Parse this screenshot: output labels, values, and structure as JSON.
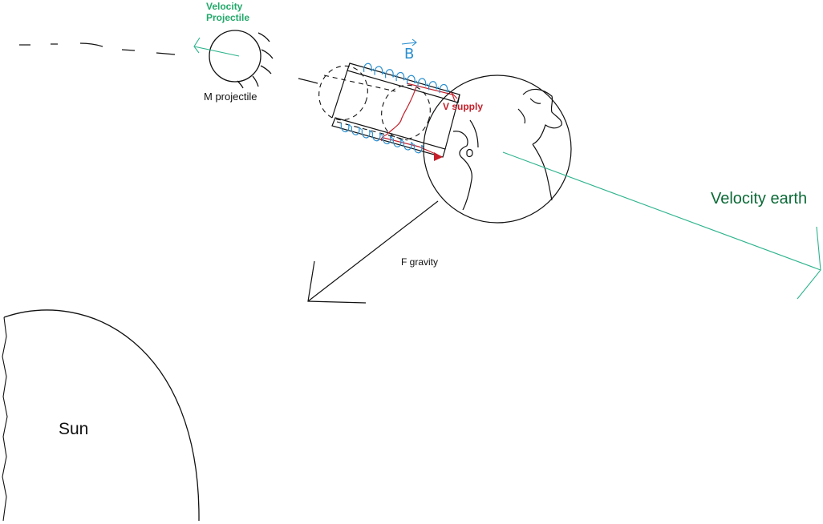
{
  "labels": {
    "velocity_projectile_line1": "Velocity",
    "velocity_projectile_line2": "Projectile",
    "m_projectile": "M projectile",
    "b_field": "B",
    "v_supply": "V supply",
    "velocity_earth": "Velocity earth",
    "f_gravity": "F gravity",
    "sun": "Sun"
  },
  "colors": {
    "outline": "#111111",
    "velocity_projectile": "#22a86a",
    "velocity_earth_label": "#0b6a37",
    "velocity_arrow": "#2db48c",
    "magnetic_field": "#2a8fd0",
    "supply_current": "#c41f2a"
  },
  "icons": {
    "earth": "earth-globe-icon",
    "sun": "sun-disc-icon",
    "projectile": "projectile-sphere-icon"
  }
}
